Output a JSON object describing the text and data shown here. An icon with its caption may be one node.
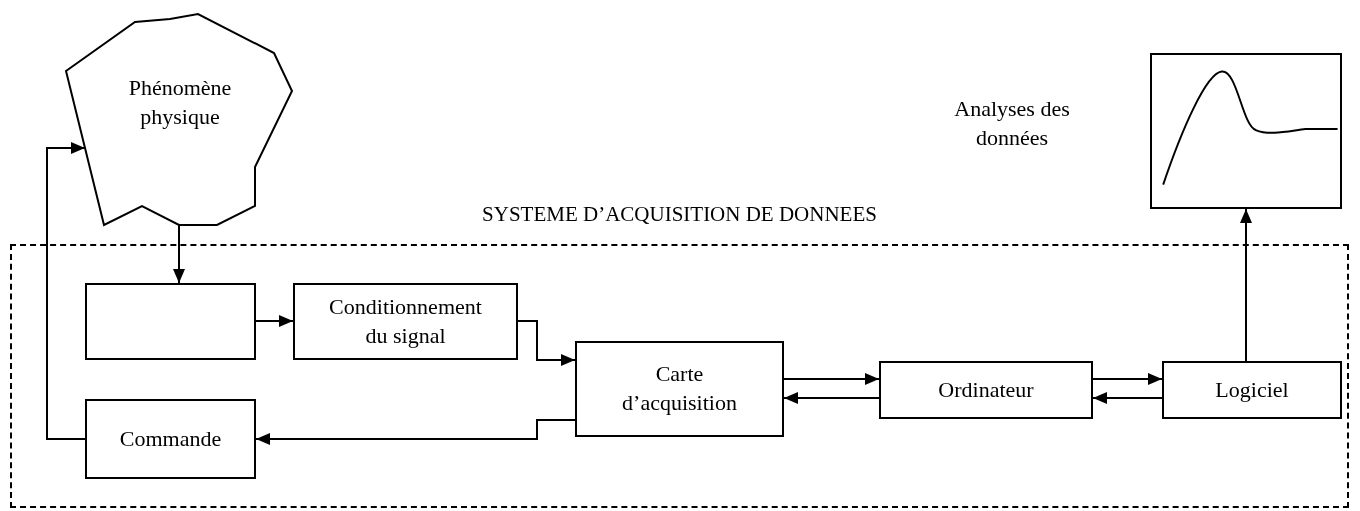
{
  "diagram": {
    "nodes": [
      {
        "text": [
          "Phénomène physique"
        ]
      },
      {
        "text": [
          "SYSTEME D’ACQUISITION DE DONNEES"
        ]
      },
      {
        "text": [],
        "shape": "box",
        "in": 1
      },
      {
        "text": [
          "Conditionnement du signal"
        ],
        "in": 1
      },
      {
        "text": [
          "Carte d’acquisition"
        ],
        "in": 1
      },
      {
        "text": [
          "Ordinateur"
        ],
        "in": 1
      },
      {
        "text": [
          "Logiciel"
        ],
        "in": 1
      },
      {
        "text": [
          "Commande"
        ],
        "in": 1
      },
      {
        "text": [],
        "shape": "box",
        "beside": [
          "Analyses des données"
        ]
      }
    ],
    "edges": [
      {
        "from": 0,
        "to": 2,
        "arrow": "to"
      },
      {
        "from": 2,
        "to": 3,
        "arrow": "to"
      },
      {
        "from": 3,
        "to": 4,
        "arrow": "to"
      },
      {
        "from": 4,
        "to": 5,
        "arrow": "to"
      },
      {
        "from": 5,
        "to": 4,
        "arrow": "to"
      },
      {
        "from": 5,
        "to": 6,
        "arrow": "to"
      },
      {
        "from": 6,
        "to": 5,
        "arrow": "to"
      },
      {
        "from": 6,
        "to": 8,
        "arrow": "to"
      },
      {
        "from": 4,
        "to": 7,
        "arrow": "to"
      },
      {
        "from": 7,
        "to": 0,
        "arrow": "to"
      }
    ]
  }
}
